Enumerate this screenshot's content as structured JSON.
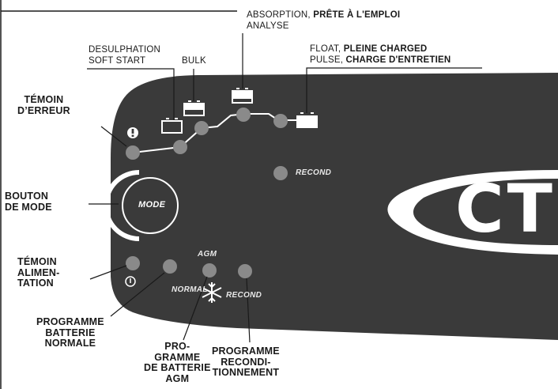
{
  "labels": {
    "absorption_prefix": "ABSORPTION, ",
    "absorption_bold": "PRÊTE À L'EMPLOI",
    "analyse": "ANALYSE",
    "desulphation": "DESULPHATION",
    "soft_start": "SOFT START",
    "bulk": "BULK",
    "float_prefix": "FLOAT, ",
    "float_bold": "PLEINE CHARGED",
    "pulse_prefix": "PULSE, ",
    "pulse_bold": "CHARGE D'ENTRETIEN",
    "temoin_erreur": [
      "TÉMOIN",
      "D’ERREUR"
    ],
    "bouton_mode": [
      "BOUTON",
      "DE MODE"
    ],
    "temoin_alimentation": [
      "TÉMOIN",
      "ALIMEN-",
      "TATION"
    ],
    "programme_normale": [
      "PROGRAMME",
      "BATTERIE",
      "NORMALE"
    ],
    "programme_agm": [
      "PRO-",
      "GRAMME",
      "DE BATTERIE",
      "AGM"
    ],
    "programme_recond": [
      "PROGRAMME",
      "RECONDI-",
      "TIONNEMENT"
    ]
  },
  "panel": {
    "mode_button": "MODE",
    "recond_top": "RECOND",
    "normal": "NORMAL",
    "agm": "AGM",
    "recond_bottom": "RECOND",
    "brand": "CT"
  },
  "colors": {
    "panel": "#3a3a3a",
    "led": "#8a8a8a",
    "white": "#ffffff"
  },
  "icons": {
    "error": "exclamation-circle-icon",
    "power": "power-icon",
    "snowflake": "snowflake-icon",
    "battery": "battery-icon"
  }
}
